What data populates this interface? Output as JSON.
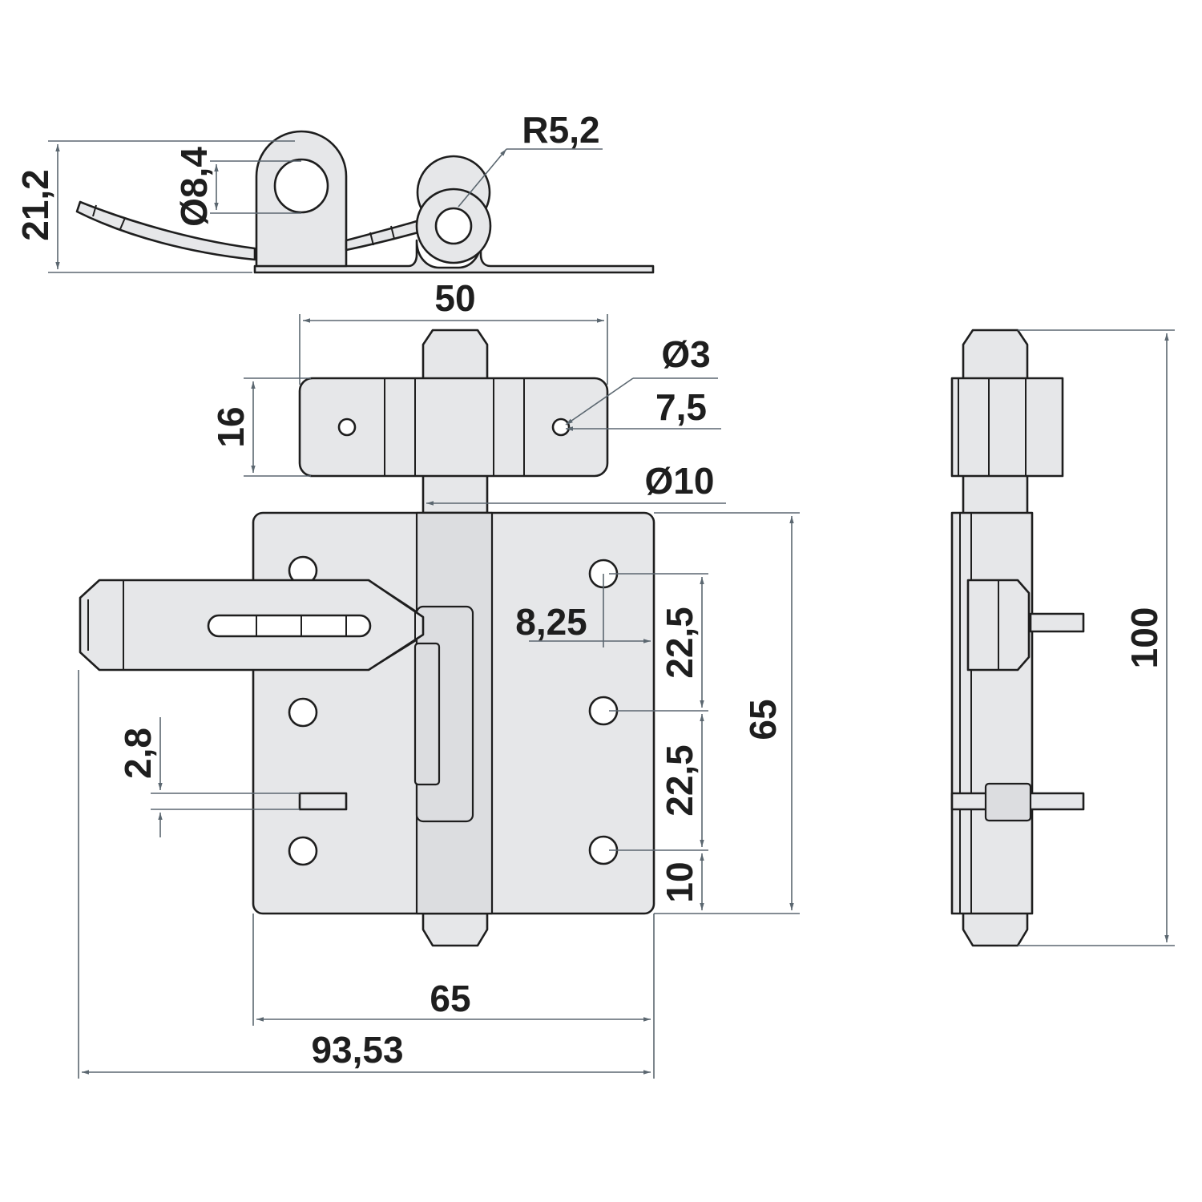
{
  "drawing": {
    "dimensions": {
      "top_height": "21,2",
      "eye_diameter": "Ø8,4",
      "knuckle_radius": "R5,2",
      "staple_width": "50",
      "staple_height": "16",
      "screw_hole": "Ø3",
      "hole_offset": "7,5",
      "pin_diameter": "Ø10",
      "hole_inset": "8,25",
      "hole_pitch_1": "22,5",
      "hole_pitch_2": "22,5",
      "hole_bottom": "10",
      "plate_height": "65",
      "slot_width": "2,8",
      "plate_width": "65",
      "overall_width": "93,53",
      "overall_height": "100"
    }
  }
}
